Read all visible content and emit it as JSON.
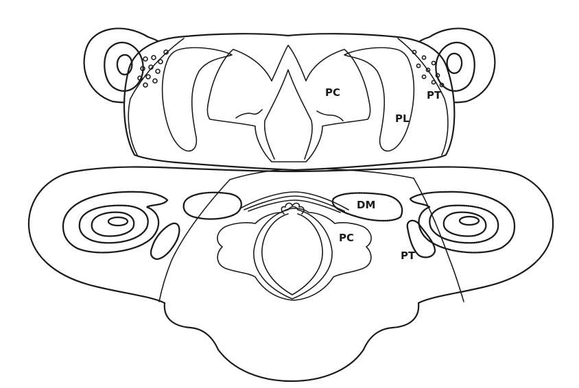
{
  "labels": {
    "upper_pc": "PC",
    "upper_pl": "PL",
    "upper_pt": "PT",
    "lower_dm": "DM",
    "lower_pc": "PC",
    "lower_pt": "PT"
  },
  "colors": {
    "stroke": "#1a1a1a",
    "background": "#ffffff"
  }
}
